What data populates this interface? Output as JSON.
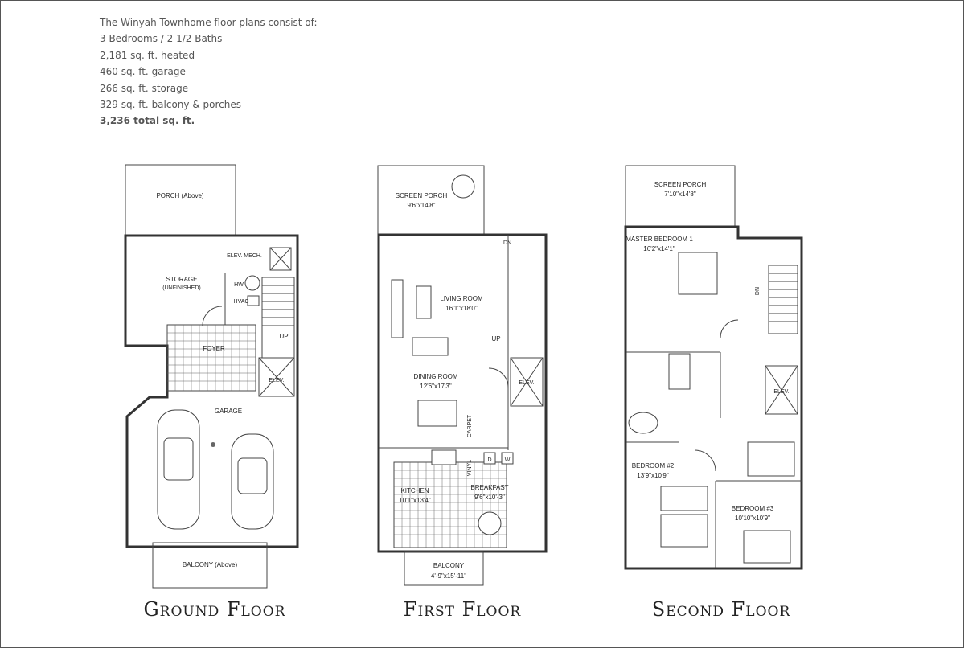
{
  "intro": {
    "heading": "The Winyah Townhome floor plans consist of:",
    "lines": [
      "3 Bedrooms / 2 1/2 Baths",
      "2,181 sq. ft. heated",
      "460 sq. ft. garage",
      "266 sq. ft. storage",
      "329 sq. ft. balcony & porches"
    ],
    "total": "3,236 total sq. ft."
  },
  "ground": {
    "title": "Ground Floor",
    "porch": "PORCH (Above)",
    "storage": "STORAGE",
    "storage_sub": "(UNFINISHED)",
    "elev_mech": "ELEV. MECH.",
    "hw": "HW",
    "hvac": "HVAC",
    "foyer": "FOYER",
    "up": "UP",
    "elev": "ELEV.",
    "garage": "GARAGE",
    "balcony": "BALCONY (Above)"
  },
  "first": {
    "title": "First Floor",
    "screen_porch": "SCREEN PORCH",
    "screen_porch_dim": "9'6\"x14'8\"",
    "dn": "DN",
    "living": "LIVING ROOM",
    "living_dim": "16'1\"x18'0\"",
    "up": "UP",
    "dining": "DINING ROOM",
    "dining_dim": "12'6\"x17'3\"",
    "elev": "ELEV.",
    "carpet": "CARPET",
    "vinyl": "VINYL",
    "kitchen": "KITCHEN",
    "kitchen_dim": "10'1\"x13'4\"",
    "breakfast": "BREAKFAST",
    "breakfast_dim": "9'6\"x10'-3\"",
    "d": "D",
    "w": "W",
    "balcony": "BALCONY",
    "balcony_dim": "4'-9\"x15'-11\""
  },
  "second": {
    "title": "Second Floor",
    "screen_porch": "SCREEN PORCH",
    "screen_porch_dim": "7'10\"x14'8\"",
    "master": "MASTER BEDROOM 1",
    "master_dim": "16'2\"x14'1\"",
    "dn": "DN",
    "elev": "ELEV.",
    "bed2": "BEDROOM #2",
    "bed2_dim": "13'9\"x10'9\"",
    "bed3": "BEDROOM #3",
    "bed3_dim": "10'10\"x10'9\""
  }
}
